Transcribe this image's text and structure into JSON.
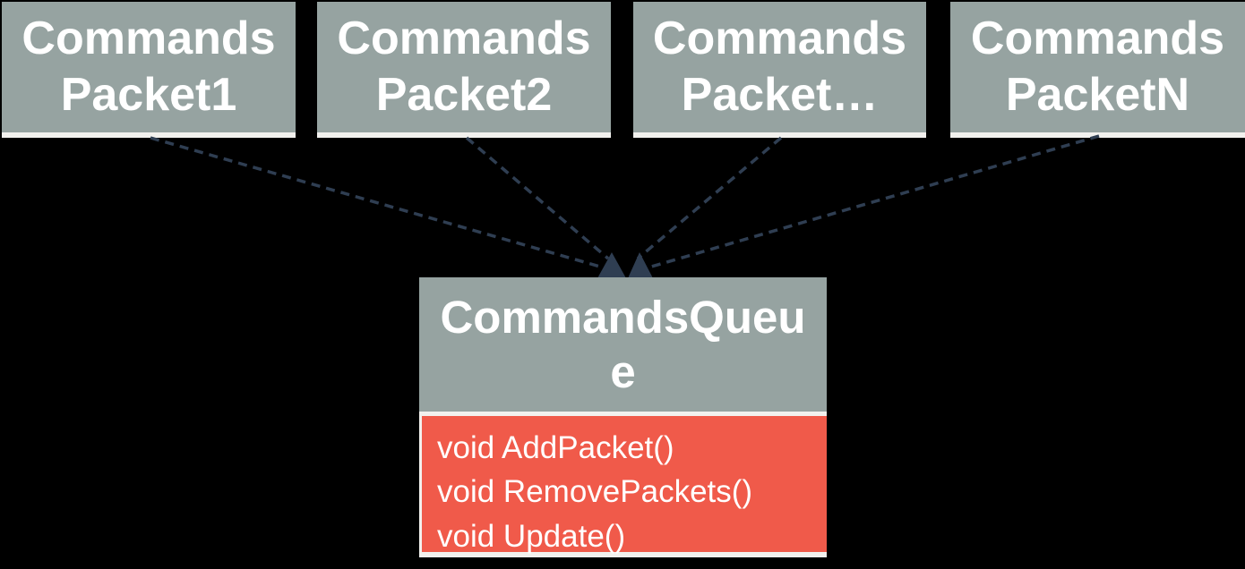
{
  "diagram": {
    "background_color": "#000000",
    "box_fill_color": "#96a3a1",
    "methods_fill_color": "#f05a4a",
    "connector_color": "#2f3e52",
    "border_color": "#f2f1ee",
    "text_color": "#ffffff"
  },
  "packets": [
    {
      "label": "Commands Packet1"
    },
    {
      "label": "Commands Packet2"
    },
    {
      "label": "Commands Packet…"
    },
    {
      "label": "Commands PacketN"
    }
  ],
  "queue": {
    "title": "CommandsQueue",
    "methods": [
      "void AddPacket()",
      "void RemovePackets()",
      "void Update()"
    ]
  },
  "connectors": {
    "style": "dashed",
    "count": 4,
    "direction": "packets-to-queue"
  }
}
